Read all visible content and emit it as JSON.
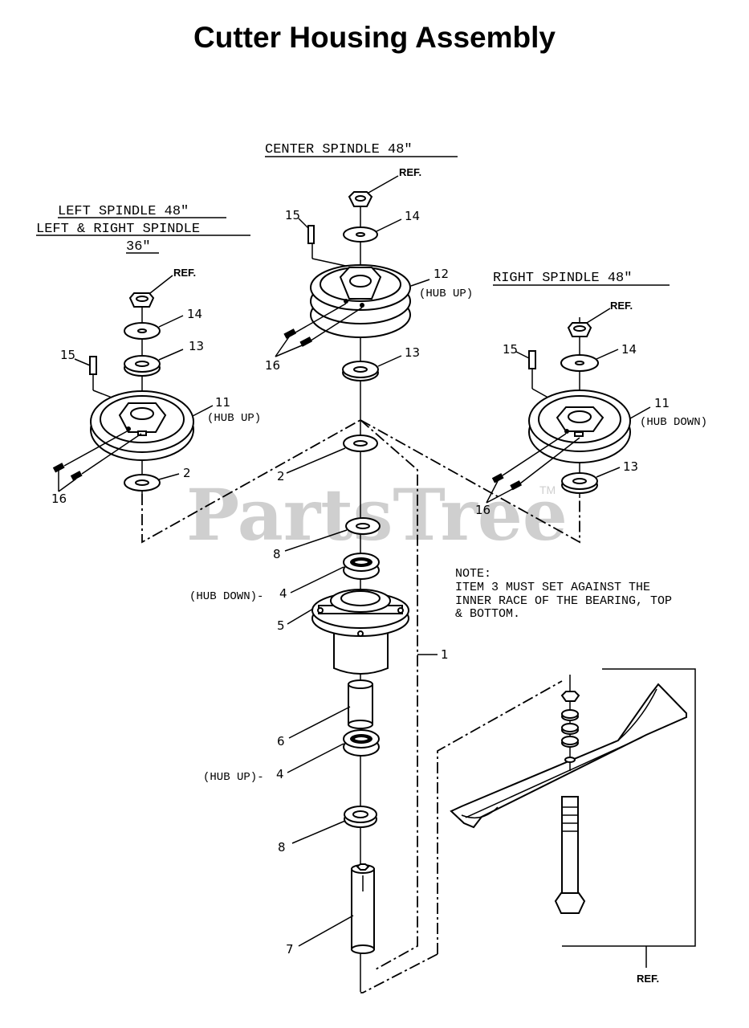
{
  "title": "Cutter Housing Assembly",
  "watermark": {
    "text": "PartsTree",
    "tm": "TM"
  },
  "headings": {
    "center": "CENTER SPINDLE 48\"",
    "left_line1": "LEFT SPINDLE 48\"",
    "left_line2": "LEFT & RIGHT SPINDLE",
    "left_line3": "36\"",
    "right": "RIGHT SPINDLE 48\""
  },
  "labels": {
    "ref": "REF.",
    "n1": "1",
    "n2": "2",
    "n4": "4",
    "n5": "5",
    "n6": "6",
    "n7": "7",
    "n8": "8",
    "n11": "11",
    "n12": "12",
    "n13": "13",
    "n14": "14",
    "n15": "15",
    "n16": "16",
    "hub_up": "(HUB UP)",
    "hub_down": "(HUB DOWN)",
    "hub_down_dash": "(HUB DOWN)-",
    "hub_up_dash": "(HUB UP)-"
  },
  "note": {
    "line1": "NOTE:",
    "line2": "ITEM 3 MUST SET AGAINST THE",
    "line3": "INNER RACE OF THE BEARING, TOP",
    "line4": "& BOTTOM."
  }
}
